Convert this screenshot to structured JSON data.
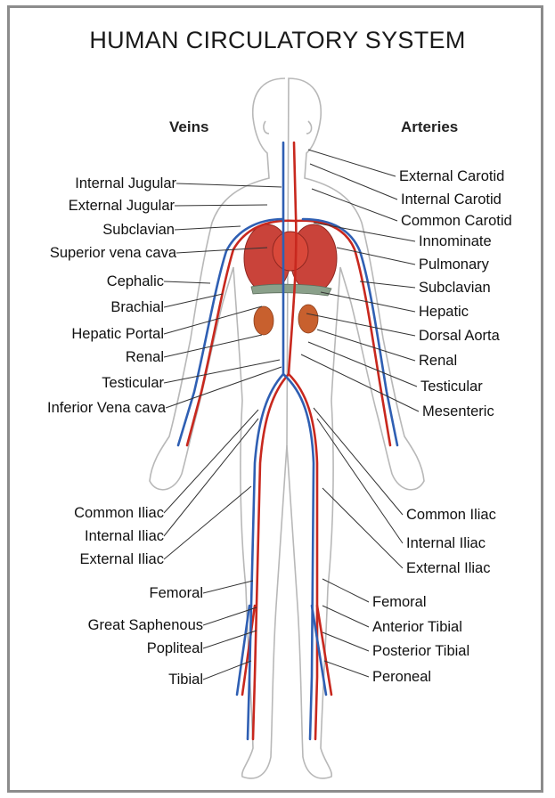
{
  "title": "HUMAN CIRCULATORY SYSTEM",
  "columns": {
    "left": "Veins",
    "right": "Arteries"
  },
  "left_labels": [
    "Internal Jugular",
    "External Jugular",
    "Subclavian",
    "Superior vena cava",
    "Cephalic",
    "Brachial",
    "Hepatic Portal",
    "Renal",
    "Testicular",
    "Inferior Vena cava",
    "Common Iliac",
    "Internal Iliac",
    "External Iliac",
    "Femoral",
    "Great Saphenous",
    "Popliteal",
    "Tibial"
  ],
  "right_labels": [
    "External Carotid",
    "Internal Carotid",
    "Common Carotid",
    "Innominate",
    "Pulmonary",
    "Subclavian",
    "Hepatic",
    "Dorsal Aorta",
    "Renal",
    "Testicular",
    "Mesenteric",
    "Common Iliac",
    "Internal Iliac",
    "External Iliac",
    "Femoral",
    "Anterior Tibial",
    "Posterior Tibial",
    "Peroneal"
  ],
  "colors": {
    "vein": "#2f5fb3",
    "artery": "#c8281e",
    "organ": "#d9483a",
    "outline": "#b8b8b8",
    "leader": "#333333"
  }
}
